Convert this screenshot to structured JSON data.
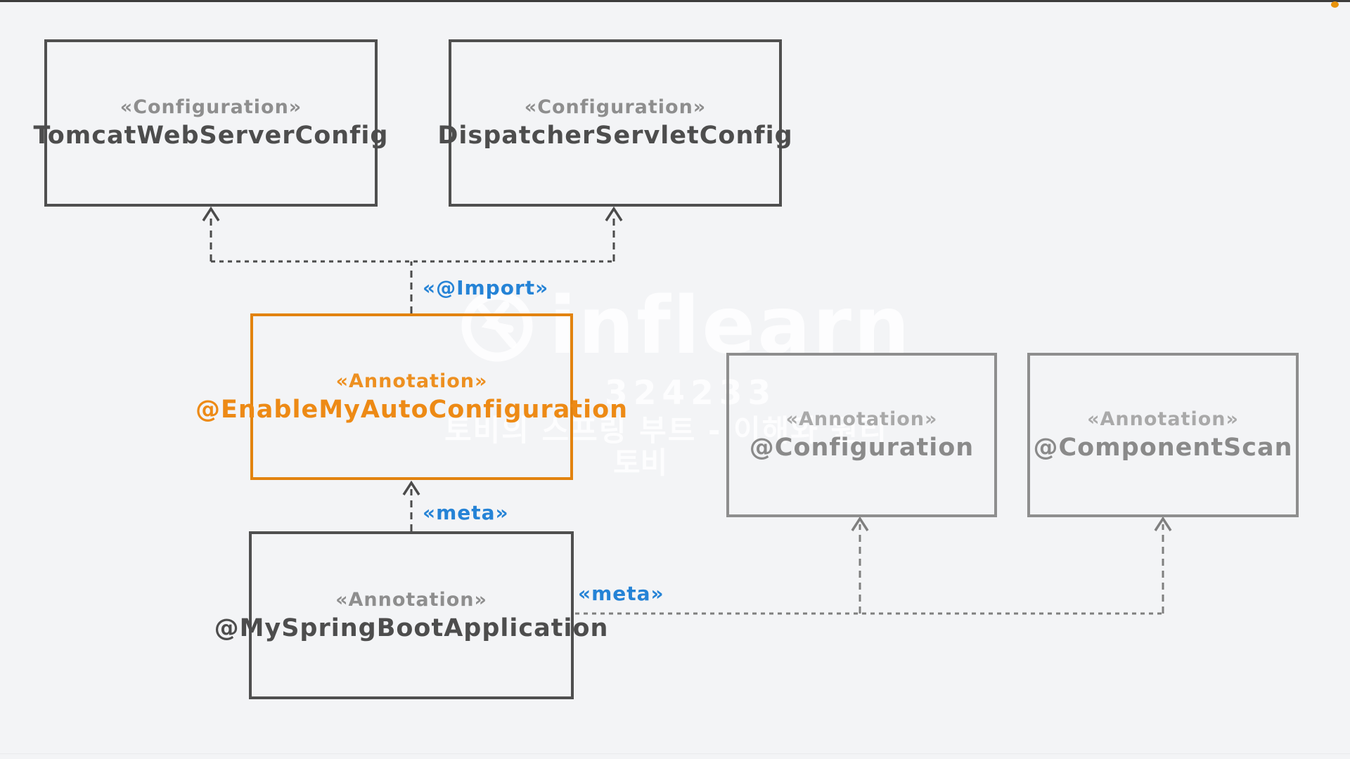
{
  "diagram": {
    "boxes": [
      {
        "id": "tomcat-web-server-config",
        "stereotype": "«Configuration»",
        "name": "TomcatWebServerConfig",
        "variant": "dark"
      },
      {
        "id": "dispatcher-servlet-config",
        "stereotype": "«Configuration»",
        "name": "DispatcherServletConfig",
        "variant": "dark"
      },
      {
        "id": "enable-my-auto-configuration",
        "stereotype": "«Annotation»",
        "name": "@EnableMyAutoConfiguration",
        "variant": "orange"
      },
      {
        "id": "my-spring-boot-application",
        "stereotype": "«Annotation»",
        "name": "@MySpringBootApplication",
        "variant": "dark"
      },
      {
        "id": "configuration",
        "stereotype": "«Annotation»",
        "name": "@Configuration",
        "variant": "light"
      },
      {
        "id": "component-scan",
        "stereotype": "«Annotation»",
        "name": "@ComponentScan",
        "variant": "light"
      }
    ],
    "edge_labels": {
      "import": "«@Import»",
      "meta_vertical": "«meta»",
      "meta_horizontal": "«meta»"
    },
    "colors": {
      "background": "#f3f4f6",
      "dark_border": "#4f4f4f",
      "light_border": "#8e8e8e",
      "orange_accent": "#e2830f",
      "blue_label": "#2583d6",
      "dark_text": "#4d4d4d",
      "gray_text": "#8a8a8a"
    }
  },
  "watermark": {
    "logo_text": "inflearn",
    "code": "324233",
    "course_title": "토비의 스프링 부트 - 이해와 원리",
    "author": "토비"
  }
}
